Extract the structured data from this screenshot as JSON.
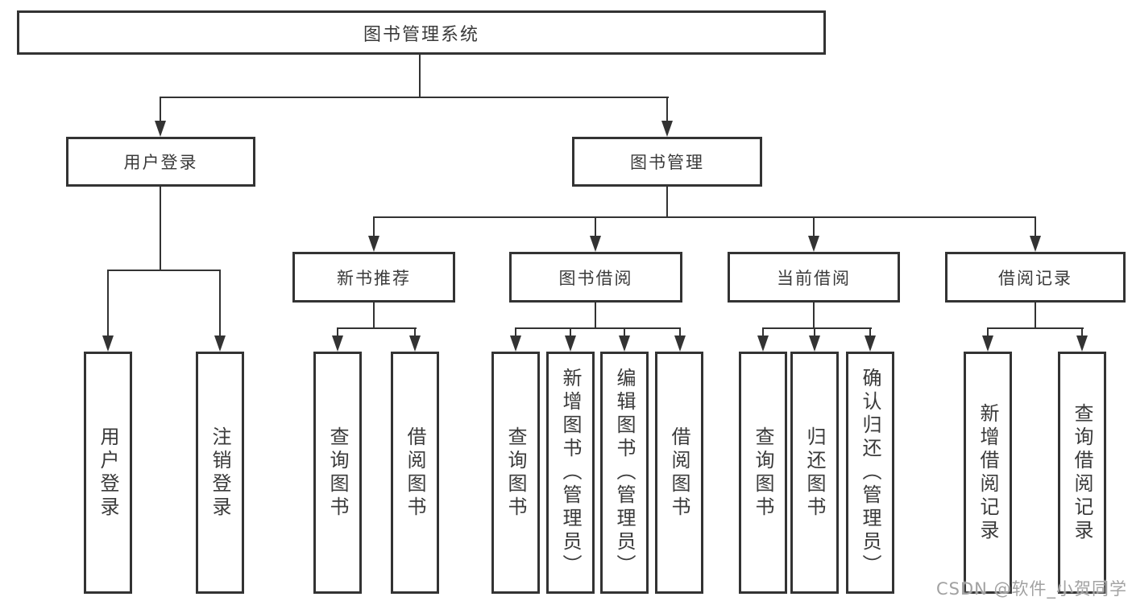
{
  "tree": {
    "root": "图书管理系统",
    "user_login": {
      "label": "用户登录",
      "children": [
        "用户登录",
        "注销登录"
      ]
    },
    "book_management": {
      "label": "图书管理",
      "sections": [
        {
          "label": "新书推荐",
          "children": [
            "查询图书",
            "借阅图书"
          ]
        },
        {
          "label": "图书借阅",
          "children": [
            "查询图书",
            "新增图书（管理员）",
            "编辑图书（管理员）",
            "借阅图书"
          ]
        },
        {
          "label": "当前借阅",
          "children": [
            "查询图书",
            "归还图书",
            "确认归还（管理员）"
          ]
        },
        {
          "label": "借阅记录",
          "children": [
            "新增借阅记录",
            "查询借阅记录"
          ]
        }
      ]
    }
  },
  "watermark": "CSDN @软件_小贺同学",
  "colors": {
    "line": "#333333",
    "text": "#3a3a3a",
    "background": "#ffffff",
    "watermark": "#a2a2a2"
  }
}
